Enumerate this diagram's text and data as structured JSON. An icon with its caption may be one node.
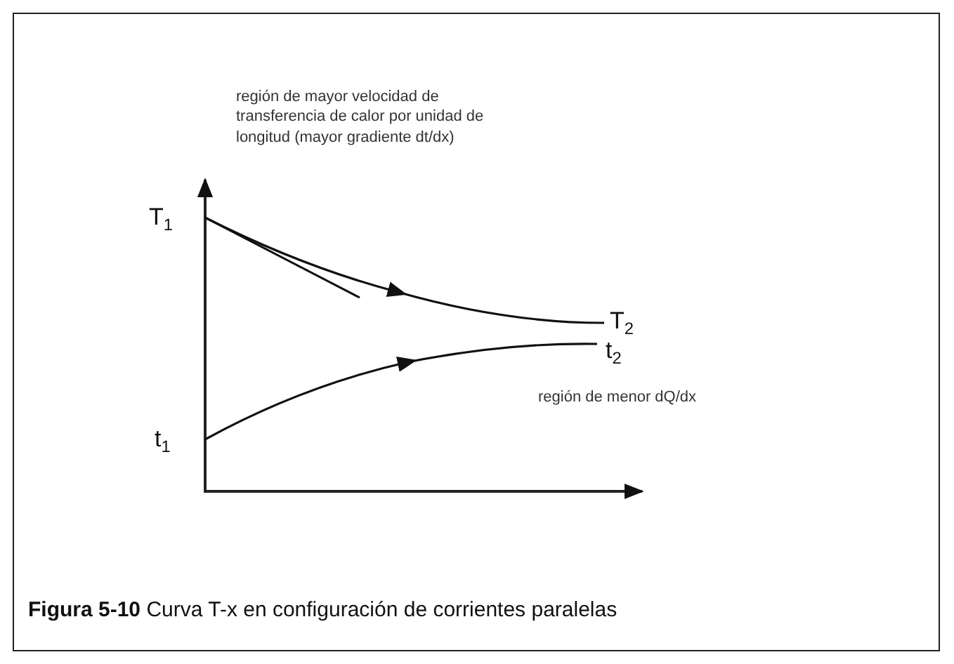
{
  "diagram": {
    "caption": "**Figura 5-10** Curva T-x en configuración de corrientes paralelas",
    "labels": [
      "región de mayor velocidad de transferencia de calor por unidad de longitud (mayor gradiente dt/dx)",
      "T$_{1}$",
      "T$_{2}$",
      "t$_{2}$",
      "región de menor dQ/dx",
      "t$_{1}$"
    ]
  }
}
